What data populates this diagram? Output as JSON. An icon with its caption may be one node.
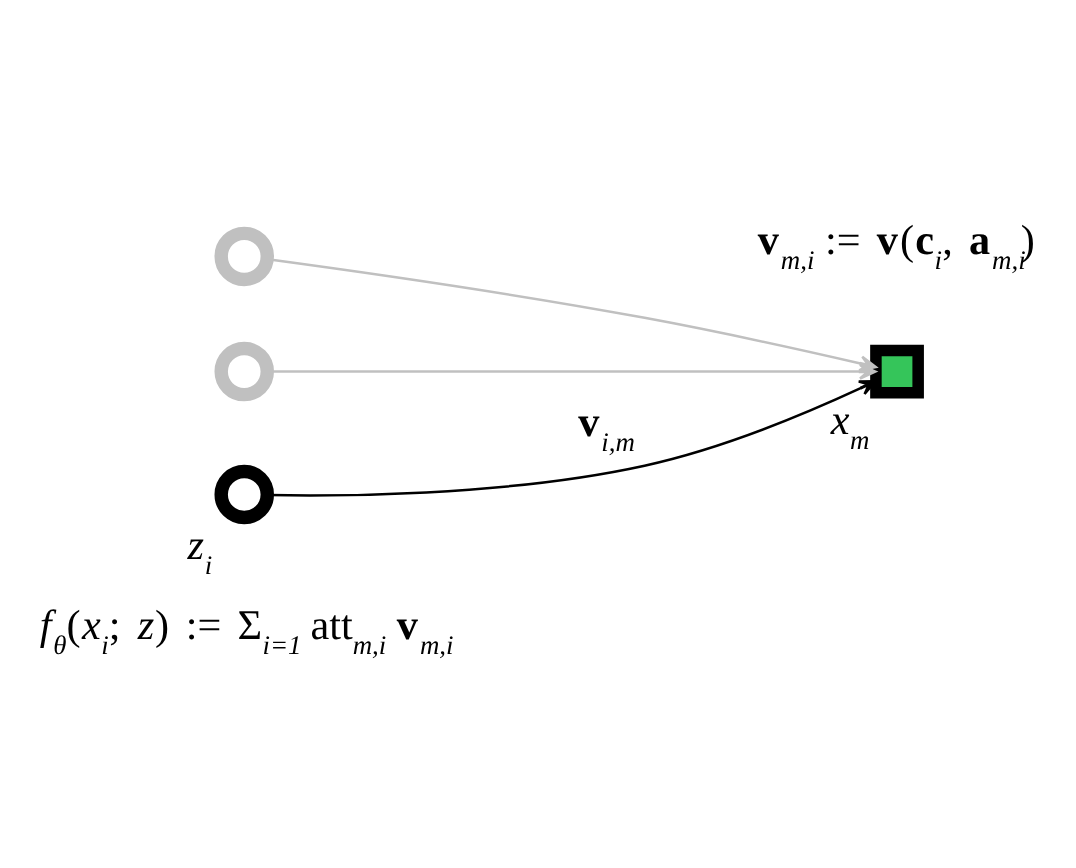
{
  "diagram": {
    "nodes": [
      {
        "text": [],
        "shape": "circle"
      },
      {
        "text": [],
        "shape": "box",
        "beside": [
          "*x*$_{m}$"
        ]
      },
      {
        "text": [],
        "shape": "circle"
      },
      {
        "text": [],
        "shape": "circle",
        "beside": [
          "*z*$_{i}$"
        ]
      }
    ],
    "edges": [
      {
        "from": 0,
        "to": 1,
        "arrow": "to"
      },
      {
        "from": 2,
        "to": 1,
        "arrow": "to"
      },
      {
        "from": 3,
        "to": 1,
        "arrow": "to",
        "label": "**v**$_{i,m}$",
        "color": "#000000"
      }
    ],
    "labels": [
      "**v**$_{m,i}$ := **v**(**c**$_{i}$, **a**$_{m,i}$)",
      "*f*$_{θ}$(*x*$_{i}$; *z*) := Σ$_{i=1}$ att$_{m,i}$ **v**$_{m,i}$"
    ]
  }
}
